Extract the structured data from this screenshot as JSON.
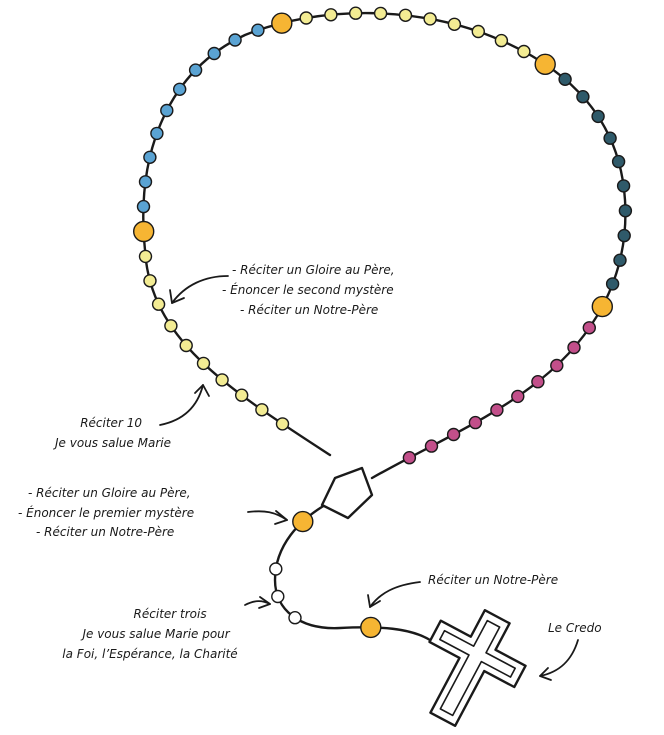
{
  "colors": {
    "large_bead": "#f6b533",
    "decade_yellow": "#f3ec93",
    "decade_blue": "#5aa3d3",
    "decade_dark": "#2f5a6a",
    "decade_purple": "#c24f8a",
    "decade_yellow_right": "#f3ec93",
    "white_bead": "#ffffff",
    "ink": "#1a1a1a"
  },
  "annotations": {
    "second_mystery": [
      "- Réciter un Gloire au Père,",
      "- Énoncer le second mystère",
      "- Réciter un Notre-Père"
    ],
    "ten_hail_marys": [
      "Réciter 10",
      "Je vous salue Marie"
    ],
    "first_mystery": [
      "- Réciter un Gloire au Père,",
      "- Énoncer le premier mystère",
      "- Réciter un Notre-Père"
    ],
    "our_father": [
      "Réciter un Notre-Père"
    ],
    "three_hail_marys": [
      "Réciter trois",
      "Je vous salue Marie pour",
      "la Foi, l’Espérance, la Charité"
    ],
    "credo": [
      "Le Credo"
    ]
  }
}
